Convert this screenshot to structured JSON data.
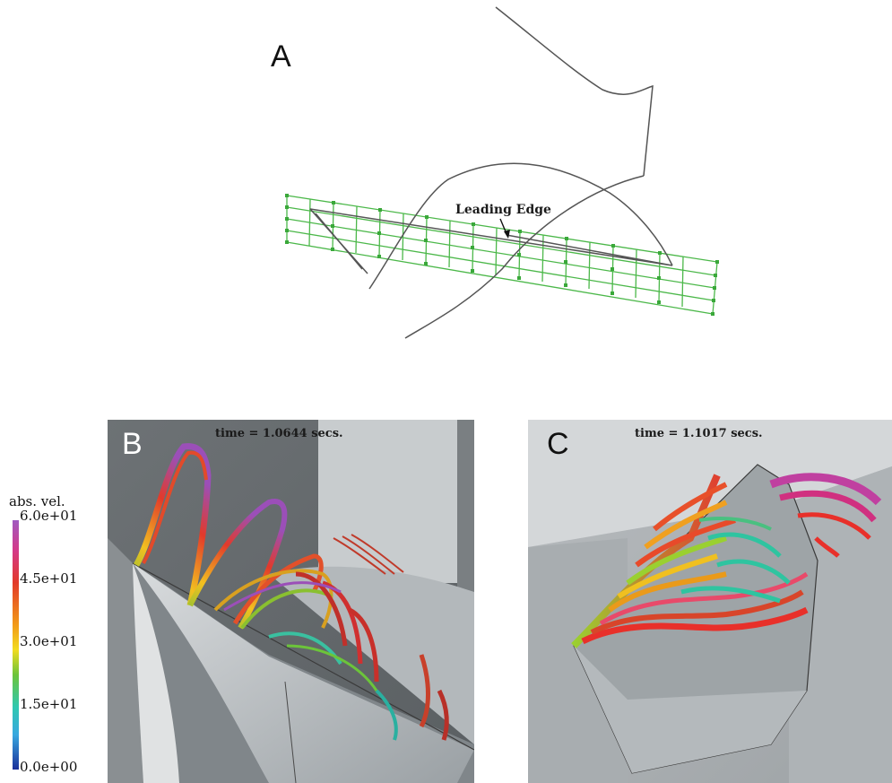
{
  "panel_a": {
    "letter": "A",
    "annotation": "Leading Edge"
  },
  "panel_b": {
    "letter": "B",
    "time_label": "time = 1.0644 secs."
  },
  "panel_c": {
    "letter": "C",
    "time_label": "time = 1.1017 secs."
  },
  "colorbar": {
    "title_line1": "abs. vel.",
    "ticks": [
      "6.0e+01",
      "4.5e+01",
      "3.0e+01",
      "1.5e+01",
      "0.0e+00"
    ],
    "colors": [
      "#9b4fb8",
      "#e03a3a",
      "#f08a1a",
      "#f2e020",
      "#6cc43a",
      "#2fc4a0",
      "#2a8fd8",
      "#1a3aa8"
    ]
  }
}
